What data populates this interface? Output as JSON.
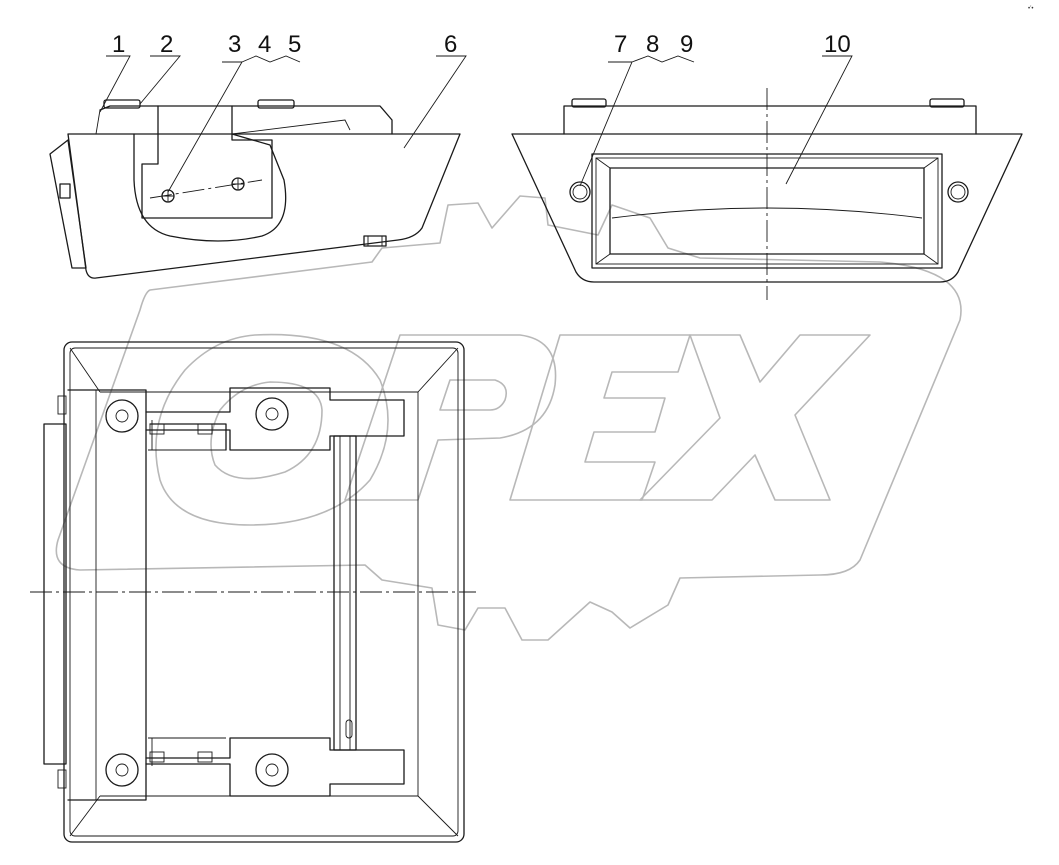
{
  "watermark": {
    "text": "OPEX",
    "color": "#b8b8b8"
  },
  "corner_mark": "•’•",
  "callouts": [
    {
      "id": "c1",
      "label": "1"
    },
    {
      "id": "c2",
      "label": "2"
    },
    {
      "id": "c3",
      "label": "3"
    },
    {
      "id": "c4",
      "label": "4"
    },
    {
      "id": "c5",
      "label": "5"
    },
    {
      "id": "c6",
      "label": "6"
    },
    {
      "id": "c7",
      "label": "7"
    },
    {
      "id": "c8",
      "label": "8"
    },
    {
      "id": "c9",
      "label": "9"
    },
    {
      "id": "c10",
      "label": "10"
    }
  ],
  "colors": {
    "line": "#1a1a1a",
    "watermark": "#b8b8b8",
    "background": "#ffffff"
  }
}
